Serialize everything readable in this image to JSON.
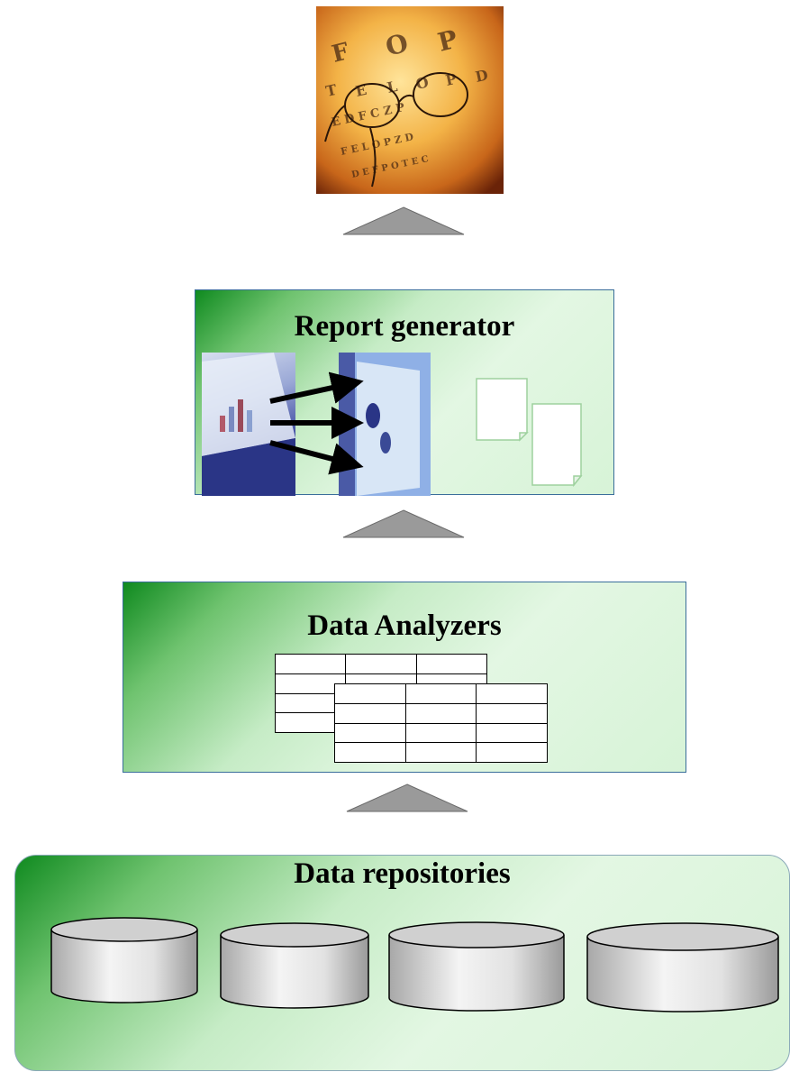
{
  "layers": {
    "report_generator": {
      "title": "Report generator"
    },
    "data_analyzers": {
      "title": "Data Analyzers"
    },
    "data_repositories": {
      "title": "Data repositories"
    }
  },
  "icons": {
    "top_image": "eye-chart-glasses-photo",
    "arrow": "up-arrow-triangle",
    "report_images": "monitor-chart-photos",
    "documents": "document-pages",
    "tables": "data-tables",
    "databases": "database-cylinders"
  },
  "colors": {
    "panel_green": "#0f8a1f",
    "panel_light": "#e3f7e3",
    "arrow_gray": "#9a9a9a",
    "cylinder_gray": "#d0d0d0"
  }
}
